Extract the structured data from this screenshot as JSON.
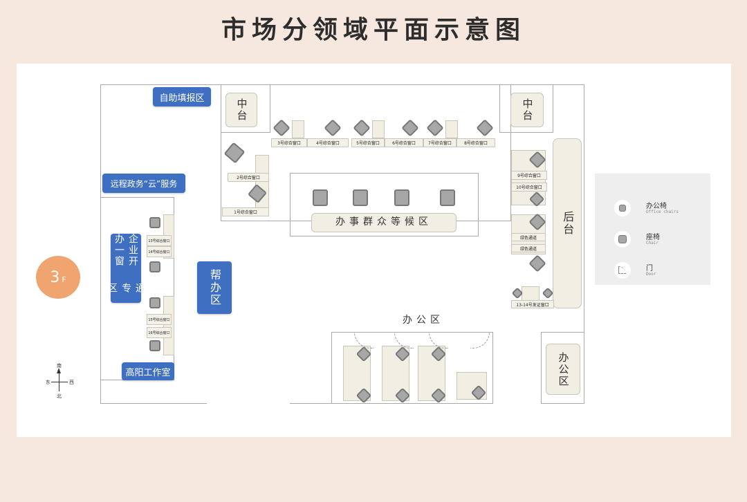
{
  "title": "市场分领域平面示意图",
  "floor": {
    "number": "3",
    "suffix": "F"
  },
  "compass": {
    "north_top": "南",
    "east": "东",
    "west": "西",
    "south_bottom": "北"
  },
  "zones": {
    "self_service": "自助填报区",
    "cloud_service": "远程政务“云”服务",
    "enterprise_line1": "企业开办一窗",
    "enterprise_line2": "通专区",
    "help_area": "帮办区",
    "gaoyang_studio": "高阳工作室",
    "middle_left": "中台",
    "middle_right": "中台",
    "back_stage": "后台",
    "waiting_area": "办事群众等候区",
    "office_area": "办公区",
    "office_area_right": "办公区"
  },
  "windows": {
    "w1": "1号综合窗口",
    "w2": "2号综合窗口",
    "w3": "3号综合窗口",
    "w4": "4号综合窗口",
    "w5": "5号综合窗口",
    "w6": "6号综合窗口",
    "w7": "7号综合窗口",
    "w8": "8号综合窗口",
    "w9": "9号综合窗口",
    "w10": "10号综合窗口",
    "green1": "绿色通道",
    "green2": "绿色通道",
    "w13_14": "13-14号发证窗口",
    "w13": "13号综合窗口",
    "w14": "14号综合窗口",
    "w15": "15号综合窗口",
    "w16": "16号综合窗口"
  },
  "legend": [
    {
      "icon": "office-chair-icon",
      "label": "办公椅",
      "sub": "Office chairs"
    },
    {
      "icon": "chair-icon",
      "label": "座椅",
      "sub": "Chair"
    },
    {
      "icon": "door-icon",
      "label": "门",
      "sub": "Door"
    }
  ],
  "colors": {
    "zone_blue": "#3f6fc1",
    "background": "#f6e8df",
    "floor_badge": "#f0a46f"
  }
}
